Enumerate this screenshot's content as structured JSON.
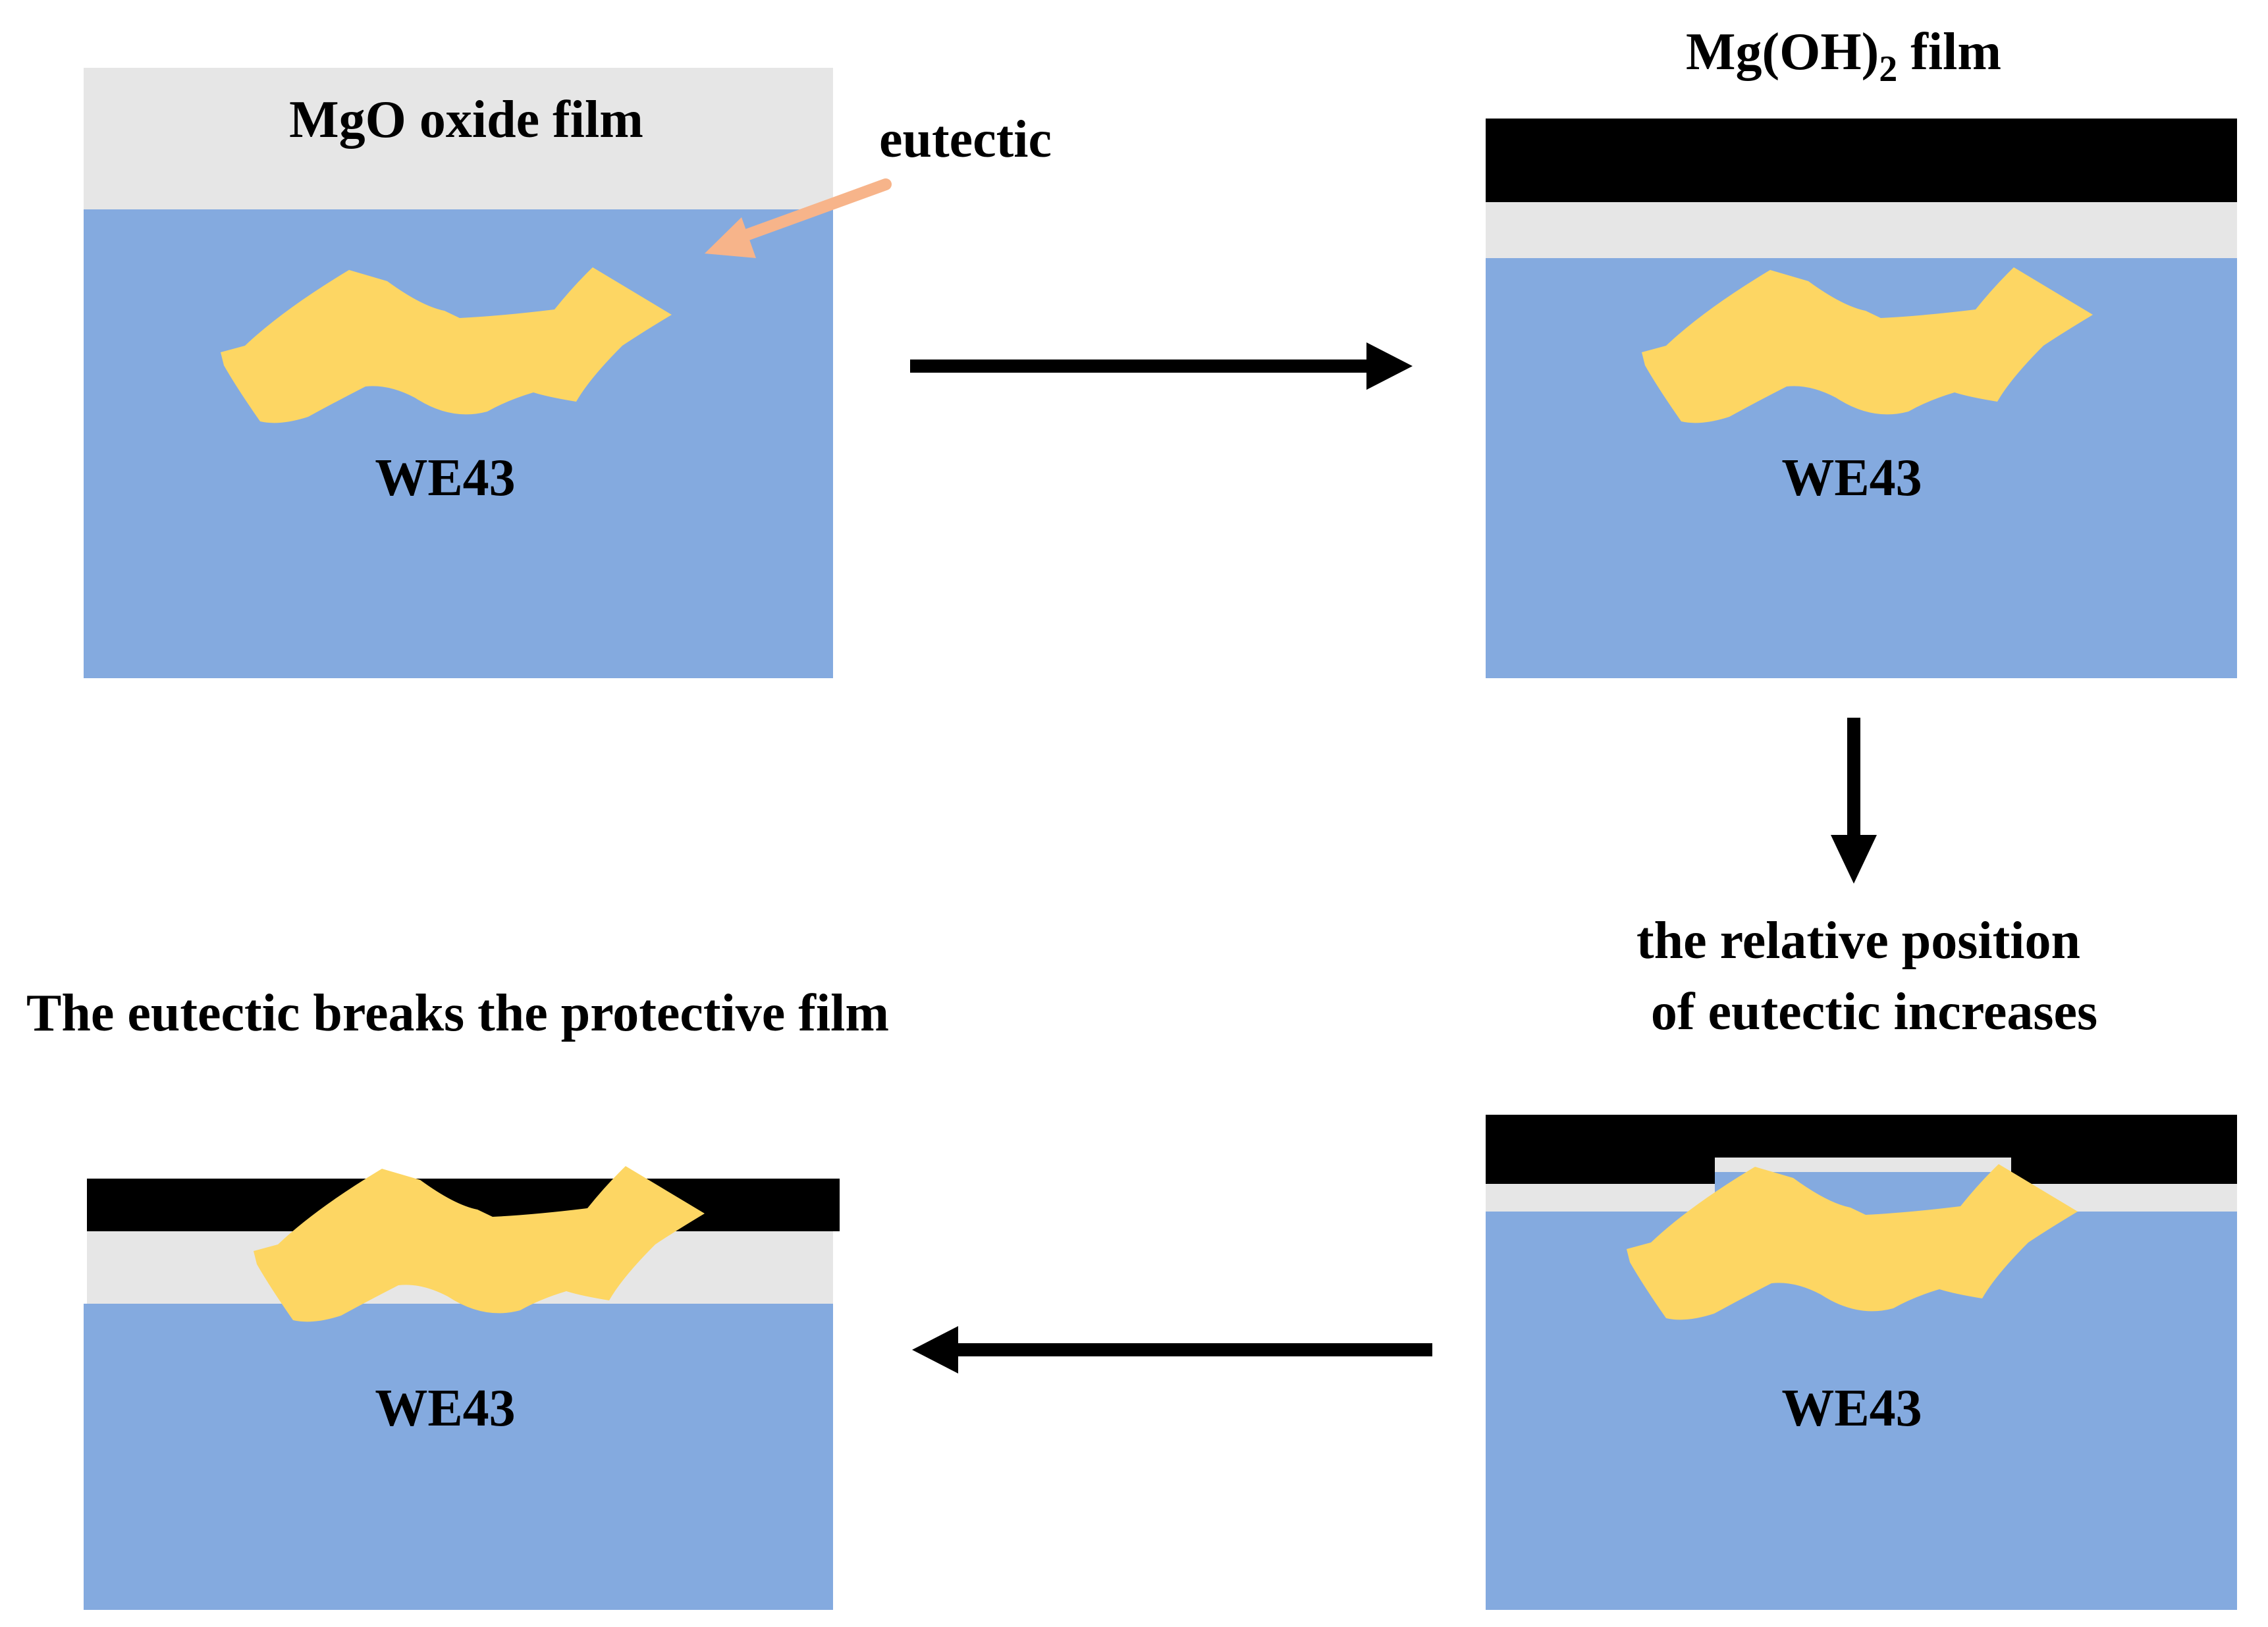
{
  "panel_top_left": {
    "oxide_film_label": "MgO oxide film",
    "eutectic_label": "eutectic",
    "substrate_label": "WE43"
  },
  "panel_top_right": {
    "film_label_main": "Mg(OH)",
    "film_label_subscript": "2",
    "film_label_suffix": " film",
    "substrate_label": "WE43"
  },
  "panel_bottom_right": {
    "caption_line1": "the relative position",
    "caption_line2": "of eutectic increases",
    "substrate_label": "WE43"
  },
  "panel_bottom_left": {
    "caption": "The eutectic breaks the protective film",
    "substrate_label": "WE43"
  },
  "colors": {
    "substrate": "#84aadf",
    "oxide_film": "#e6e6e6",
    "hydroxide_film": "#000000",
    "eutectic": "#fdd663",
    "eutectic_pointer": "#f7b48a",
    "arrow": "#000000"
  }
}
